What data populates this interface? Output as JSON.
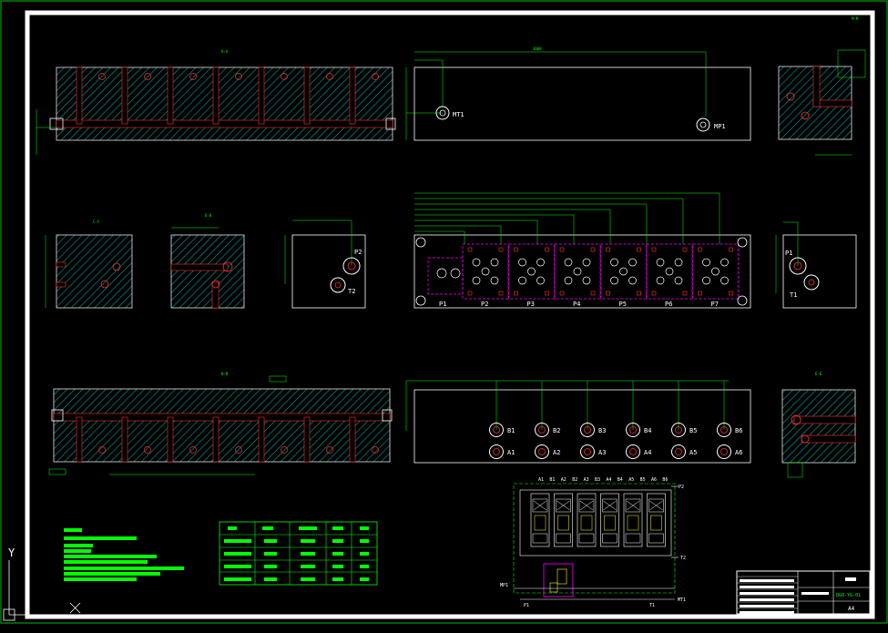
{
  "sheet": {
    "colors": {
      "background": "#000000",
      "border_outer": "#00c000",
      "border_inner": "#ffffff",
      "hatch": "#00a0a0",
      "dimension": "#00ff00",
      "channel": "#ff3030",
      "valve_outline": "#ff00ff",
      "label": "#ffffff"
    }
  },
  "top_view": {
    "ports": [
      "MT1",
      "MP1"
    ]
  },
  "port_views": {
    "left_ports": [
      "P2",
      "T2"
    ],
    "right_ports": [
      "P1",
      "T1"
    ]
  },
  "manifold": {
    "stations": [
      "P1",
      "P2",
      "P3",
      "P4",
      "P5",
      "P6",
      "P7"
    ]
  },
  "port_face": {
    "b_ports": [
      "B1",
      "B2",
      "B3",
      "B4",
      "B5",
      "B6"
    ],
    "a_ports": [
      "A1",
      "A2",
      "A3",
      "A4",
      "A5",
      "A6"
    ]
  },
  "schematic": {
    "top_labels": [
      "A1",
      "B1",
      "A2",
      "B2",
      "A3",
      "B3",
      "A4",
      "B4",
      "A5",
      "B5",
      "A6",
      "B6"
    ],
    "side_labels": [
      "P2",
      "T2"
    ],
    "bottom_labels": [
      "MP1",
      "P1",
      "T1",
      "MT1"
    ]
  },
  "title_block": {
    "drawing_no": "DGQ-YG-01",
    "sheet_size": "A4"
  },
  "ucs_icon": {
    "axis_label": "Y"
  }
}
